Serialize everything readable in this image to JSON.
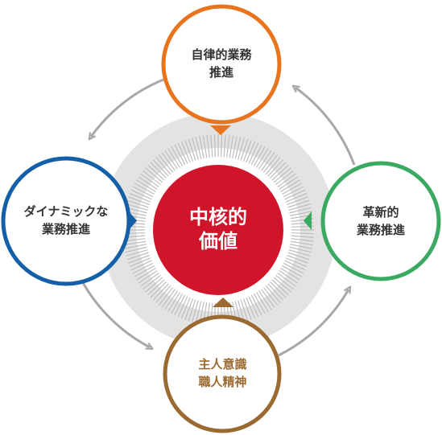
{
  "center": {
    "line1": "中核的",
    "line2": "価値"
  },
  "nodes": {
    "top": {
      "line1": "自律的業務",
      "line2": "推進"
    },
    "right": {
      "line1": "革新的",
      "line2": "業務推進"
    },
    "bottom": {
      "line1": "主人意識",
      "line2": "職人精神"
    },
    "left": {
      "line1": "ダイナミックな",
      "line2": "業務推進"
    }
  },
  "colors": {
    "top": "#e8741d",
    "right": "#3aaa63",
    "bottom": "#9a6a30",
    "left": "#1460a8",
    "center": "#d0142a",
    "orbit": "#a8a8a8",
    "halo": "#e3e3e3",
    "tick": "#bdbdbd"
  }
}
